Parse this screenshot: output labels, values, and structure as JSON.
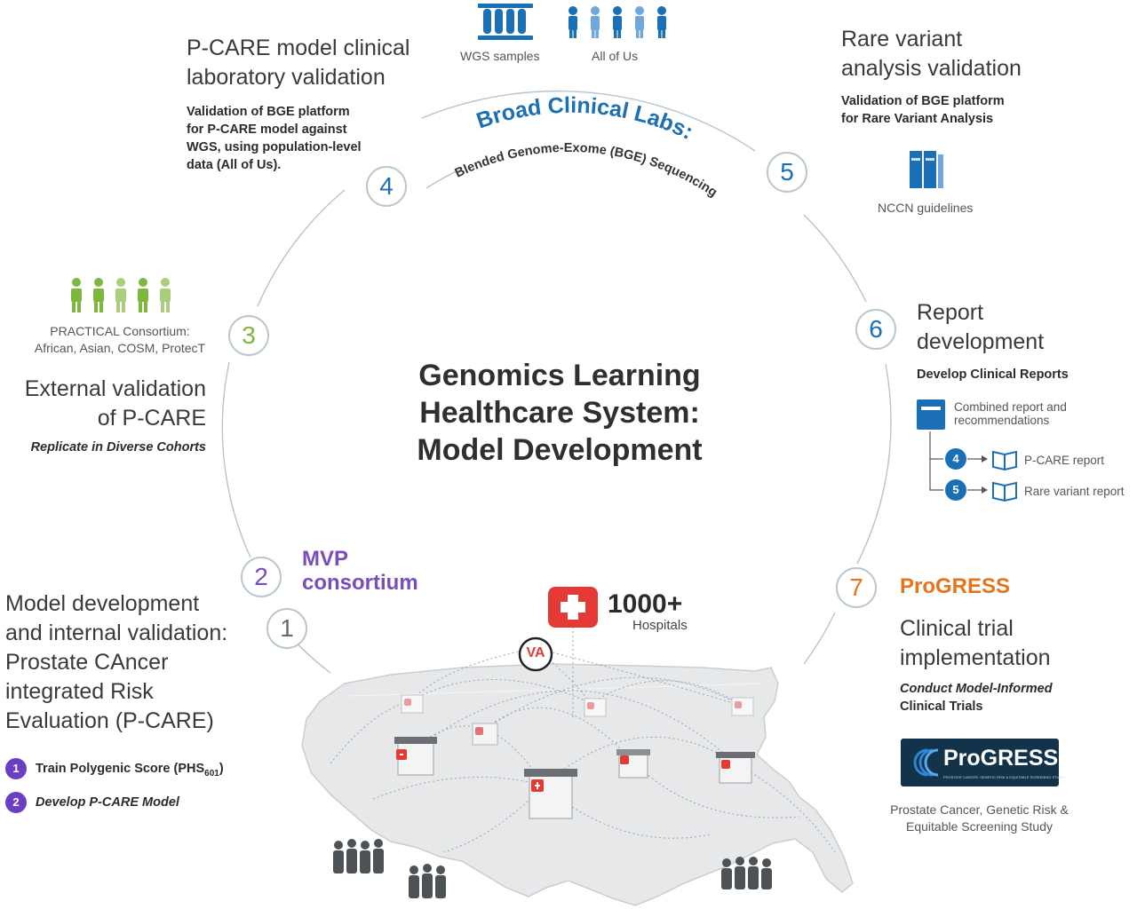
{
  "title": {
    "line1": "Genomics Learning",
    "line2": "Healthcare System:",
    "line3": "Model Development"
  },
  "ring": {
    "arc_top": "Broad Clinical Labs:",
    "arc_bottom": "Blended Genome-Exome (BGE) Sequencing"
  },
  "top_icons": {
    "wgs_label": "WGS samples",
    "allofus_label": "All of Us"
  },
  "step1": {
    "number": "1",
    "heading_lines": [
      "Model development",
      "and internal validation:",
      "Prostate CAncer",
      "integrated Risk",
      "Evaluation (P-CARE)"
    ],
    "tasks": [
      {
        "badge": "1",
        "text": "Train Polygenic Score (PHS",
        "sub": "601",
        "suffix": ")"
      },
      {
        "badge": "2",
        "text": "Develop P-CARE Model"
      }
    ]
  },
  "step2": {
    "number": "2",
    "label_lines": [
      "MVP",
      "consortium"
    ]
  },
  "step3": {
    "number": "3",
    "caption_lines": [
      "PRACTICAL Consortium:",
      "African, Asian, COSM, ProtecT"
    ],
    "heading_lines": [
      "External validation",
      "of P-CARE"
    ],
    "sub": "Replicate in Diverse Cohorts"
  },
  "step4": {
    "number": "4",
    "heading_lines": [
      "P-CARE model clinical",
      "laboratory validation"
    ],
    "body_lines": [
      "Validation of BGE platform",
      "for P-CARE model against",
      "WGS, using population-level",
      "data (All of Us)."
    ]
  },
  "step5": {
    "number": "5",
    "heading_lines": [
      "Rare variant",
      "analysis validation"
    ],
    "body_lines": [
      "Validation of BGE platform",
      "for Rare Variant Analysis"
    ],
    "icon_caption": "NCCN guidelines"
  },
  "step6": {
    "number": "6",
    "heading_lines": [
      "Report",
      "development"
    ],
    "sub": "Develop Clinical Reports",
    "combined_lines": [
      "Combined report and",
      "recommendations"
    ],
    "refs": [
      {
        "badge": "4",
        "label": "P-CARE report"
      },
      {
        "badge": "5",
        "label": "Rare variant report"
      }
    ]
  },
  "step7": {
    "number": "7",
    "name": "ProGRESS",
    "heading_lines": [
      "Clinical trial",
      "implementation"
    ],
    "sub_lines": [
      "Conduct Model-Informed",
      "Clinical Trials"
    ],
    "logo_text": "ProGRESS",
    "logo_tagline": "PROSTATE CANCER, GENETIC RISK & EQUITABLE SCREENING STUDY",
    "caption_lines": [
      "Prostate Cancer, Genetic Risk &",
      "Equitable Screening Study"
    ]
  },
  "map": {
    "hospitals_count": "1000+",
    "hospitals_label": "Hospitals",
    "va_label": "VA"
  },
  "colors": {
    "blue": "#1a6fb5",
    "light_blue": "#6fa8dc",
    "green": "#7cb83e",
    "light_green": "#a9cf7a",
    "purple": "#7a4cbf",
    "orange": "#e8731a",
    "red": "#e53935",
    "navy": "#123349"
  }
}
